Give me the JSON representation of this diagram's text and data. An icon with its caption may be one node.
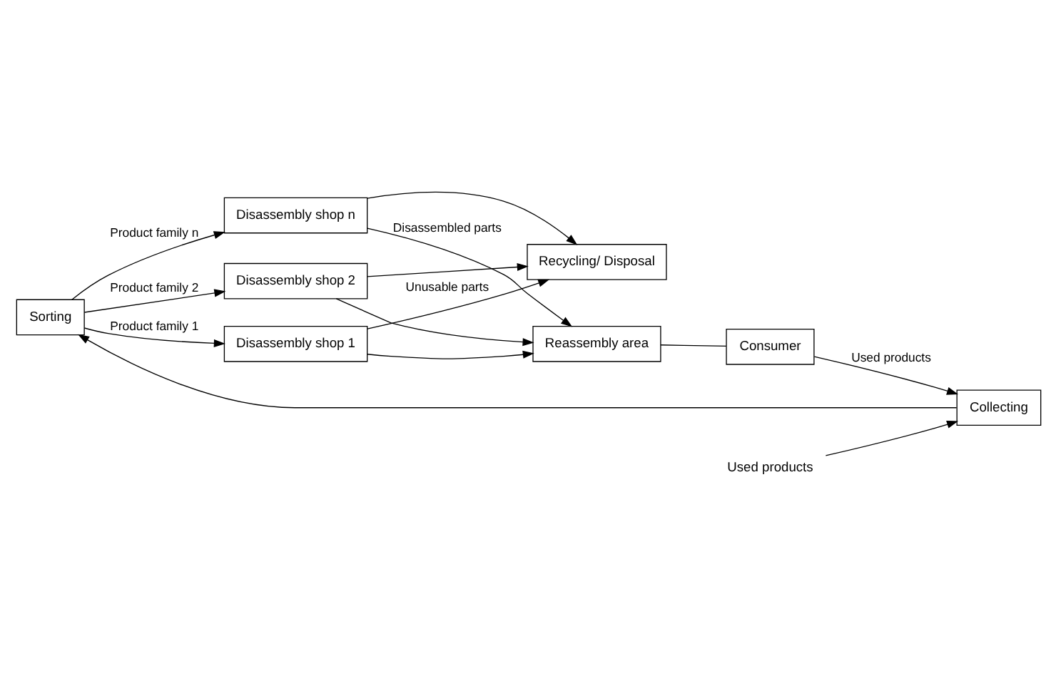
{
  "diagram": {
    "nodes": [
      {
        "text": [
          "Sorting"
        ]
      },
      {
        "text": [
          "Collecting"
        ]
      },
      {
        "text": [
          "Disassembly shop 1"
        ]
      },
      {
        "text": [
          "Disassembly shop 2"
        ]
      },
      {
        "text": [
          "Disassembly shop n"
        ]
      },
      {
        "text": [
          "Recycling/ Disposal"
        ]
      },
      {
        "text": [
          "Reassembly area"
        ]
      },
      {
        "text": [
          "Consumer"
        ]
      },
      {
        "text": [
          "Used products"
        ]
      }
    ],
    "edges": [
      {
        "from": 1,
        "to": 0,
        "arrow": "to"
      },
      {
        "from": 0,
        "to": 2,
        "arrow": "to",
        "label": "Product family 1"
      },
      {
        "from": 0,
        "to": 3,
        "arrow": "to",
        "label": "Product family 2"
      },
      {
        "from": 0,
        "to": 4,
        "arrow": "to",
        "label": "Product family n"
      },
      {
        "from": 2,
        "to": 5,
        "arrow": "to",
        "label": "Unusable parts"
      },
      {
        "from": 3,
        "to": 5,
        "arrow": "to"
      },
      {
        "from": 4,
        "to": 5,
        "arrow": "to"
      },
      {
        "from": 2,
        "to": 6,
        "arrow": "to"
      },
      {
        "from": 3,
        "to": 6,
        "arrow": "to"
      },
      {
        "from": 4,
        "to": 6,
        "arrow": "to",
        "label": "Disassembled parts"
      },
      {
        "from": 6,
        "to": 7,
        "arrow": "none"
      },
      {
        "from": 7,
        "to": 1,
        "arrow": "to",
        "label": "Used products"
      },
      {
        "from": 8,
        "to": 1,
        "arrow": "to"
      }
    ]
  }
}
